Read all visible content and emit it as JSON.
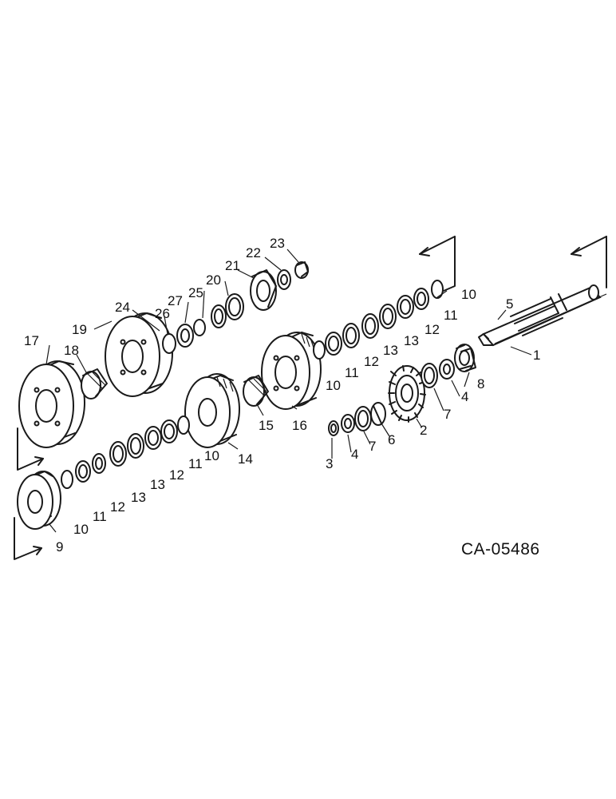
{
  "diagram": {
    "drawing_code": "CA-05486",
    "callouts": [
      "1",
      "2",
      "3",
      "4",
      "5",
      "6",
      "7",
      "8",
      "9",
      "10",
      "11",
      "12",
      "13",
      "14",
      "15",
      "16",
      "17",
      "18",
      "19",
      "20",
      "21",
      "22",
      "23",
      "24",
      "25",
      "26",
      "27"
    ],
    "repeated_callouts": {
      "lower_shaft": [
        "10",
        "11",
        "12",
        "13",
        "13",
        "12",
        "11",
        "10"
      ],
      "right_upper": [
        "10",
        "11",
        "12",
        "13",
        "13",
        "12",
        "11",
        "10"
      ],
      "right_lower": [
        "3",
        "4",
        "7",
        "6",
        "2",
        "7",
        "4",
        "8"
      ]
    }
  }
}
